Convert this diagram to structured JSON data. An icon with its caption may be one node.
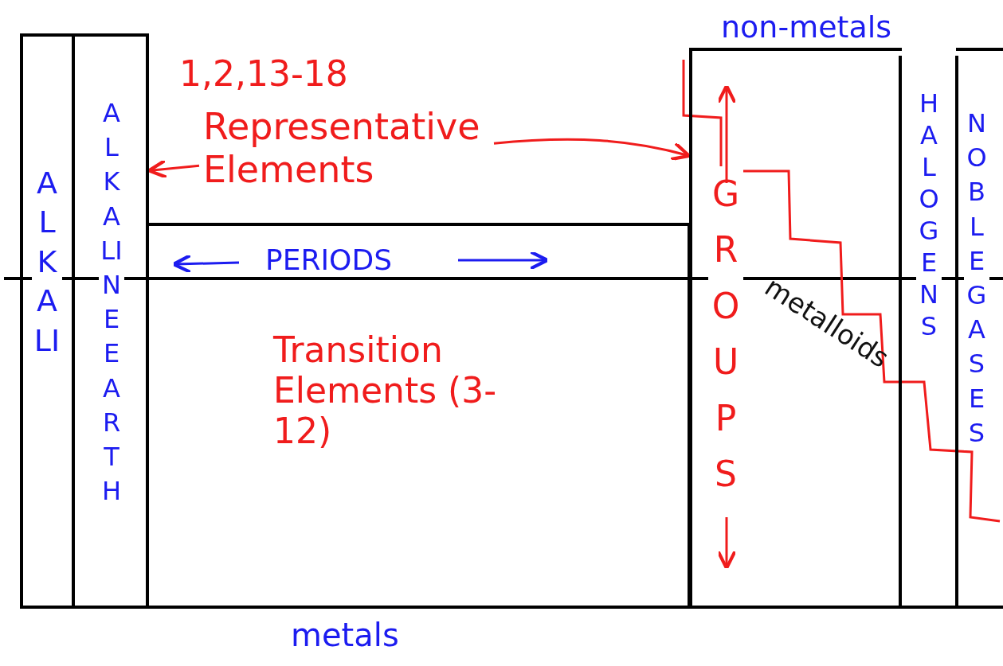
{
  "diagram": {
    "nodes": [
      {
        "text": [
          "ALKALI"
        ]
      },
      {
        "text": [
          "ALKALINE EARTH"
        ]
      },
      {
        "text": [
          "PERIODS",
          "Transition Elements (3-12)"
        ]
      },
      {
        "text": [
          "GROUPS"
        ]
      },
      {
        "text": [
          "HALOGENS"
        ]
      },
      {
        "text": [
          "NOBLE GASES"
        ]
      },
      {
        "text": [
          "1,2,13-18",
          "Representative Elements"
        ]
      }
    ],
    "edges": [
      {
        "from": 6,
        "to": 1,
        "arrow": "to"
      },
      {
        "from": 6,
        "to": 3,
        "arrow": "to"
      }
    ],
    "labels": [
      "non-metals",
      "metalloids",
      "metals"
    ]
  }
}
